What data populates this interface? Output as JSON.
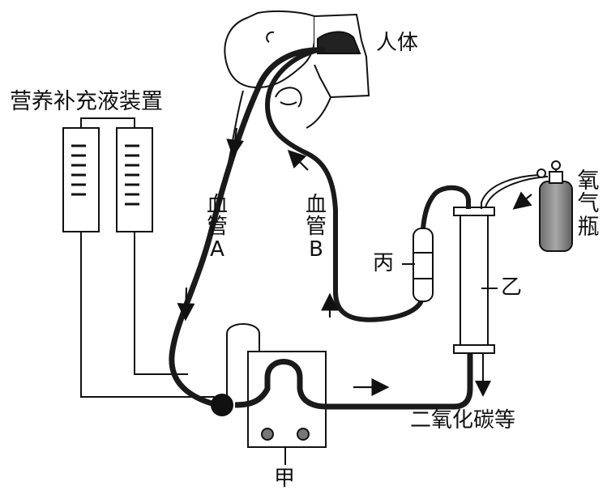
{
  "labels": {
    "human": "人体",
    "nutrient_device": "营养补充液装置",
    "vessel_a": "血管A",
    "vessel_b": "血管B",
    "bing": "丙",
    "yi": "乙",
    "jia": "甲",
    "oxygen_bottle": "氧气瓶",
    "co2": "二氧化碳等"
  },
  "colors": {
    "line": "#111111",
    "tube": "#1a1a1a",
    "bottle": "#8a8a8a",
    "skin": "#ffffff"
  }
}
